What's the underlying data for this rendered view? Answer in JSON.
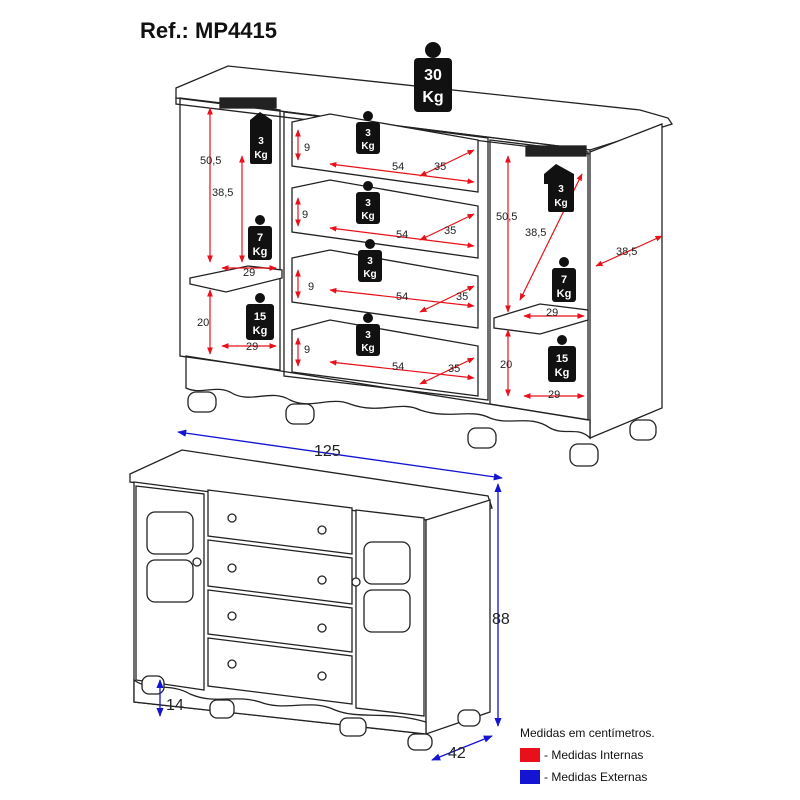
{
  "ref": "Ref.: MP4415",
  "weights": {
    "top": [
      "30",
      "Kg"
    ],
    "drawer": [
      "3",
      "Kg"
    ],
    "hanger": [
      "3",
      "Kg"
    ],
    "shelf": [
      "7",
      "Kg"
    ],
    "bottom": [
      "15",
      "Kg"
    ]
  },
  "internal_dims": {
    "height_total": "50,5",
    "height_upper": "38,5",
    "shelf_depth": "29",
    "shelf_gap": "20",
    "drawer_h": "9",
    "drawer_w": "54",
    "drawer_d": "35",
    "side_depth": "38,5"
  },
  "external_dims": {
    "width": "125",
    "height": "88",
    "depth": "42",
    "feet": "14"
  },
  "legend": {
    "header": "Medidas em centímetros.",
    "internal": "- Medidas Internas",
    "external": "- Medidas Externas",
    "internal_color": "#e8101a",
    "external_color": "#1414d2"
  }
}
